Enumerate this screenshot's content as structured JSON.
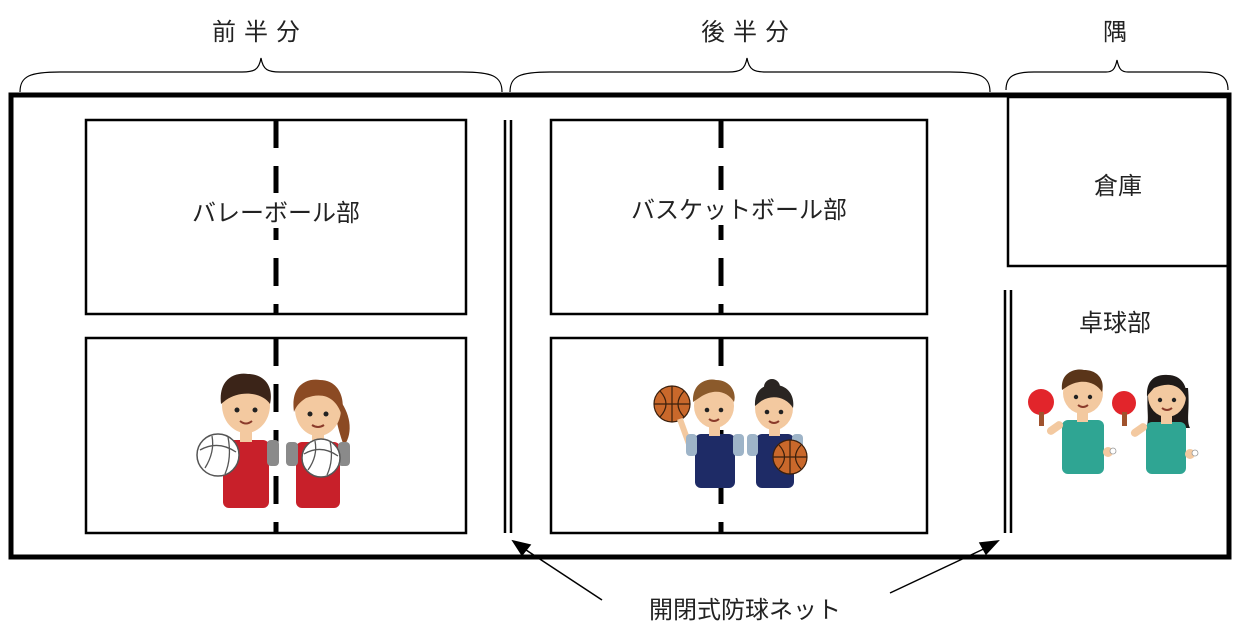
{
  "sections": {
    "front_half": "前半分",
    "back_half": "後半分",
    "corner": "隅"
  },
  "areas": {
    "volleyball": "バレーボール部",
    "basketball": "バスケットボール部",
    "storage": "倉庫",
    "table_tennis": "卓球部"
  },
  "callout": "開閉式防球ネット",
  "colors": {
    "line": "#000000",
    "volleyball_uniform": "#c8202a",
    "basketball_uniform": "#1e2b66",
    "table_tennis_uniform": "#2fa593",
    "paddle": "#e2252b",
    "basketball": "#c9682b"
  },
  "icons": [
    "volleyball-players-icon",
    "basketball-players-icon",
    "table-tennis-players-icon"
  ]
}
